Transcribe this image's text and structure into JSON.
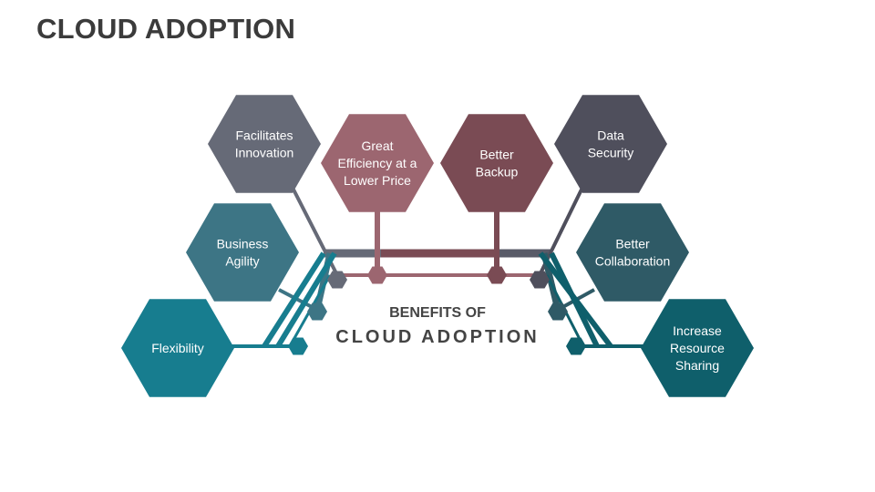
{
  "slide": {
    "title": "CLOUD ADOPTION"
  },
  "center": {
    "line1": "BENEFITS OF",
    "line2": "CLOUD ADOPTION",
    "text_color": "#444444"
  },
  "benefits": [
    {
      "id": "facilitates-innovation",
      "lines": [
        "Facilitates",
        "Innovation"
      ],
      "color": "#666a77"
    },
    {
      "id": "great-efficiency",
      "lines": [
        "Great",
        "Efficiency at a",
        "Lower Price"
      ],
      "color": "#9c6670"
    },
    {
      "id": "better-backup",
      "lines": [
        "Better",
        "Backup"
      ],
      "color": "#7a4b54"
    },
    {
      "id": "data-security",
      "lines": [
        "Data",
        "Security"
      ],
      "color": "#4f4f5c"
    },
    {
      "id": "business-agility",
      "lines": [
        "Business",
        "Agility"
      ],
      "color": "#3d7585"
    },
    {
      "id": "better-collaboration",
      "lines": [
        "Better",
        "Collaboration"
      ],
      "color": "#2f5a66"
    },
    {
      "id": "flexibility",
      "lines": [
        "Flexibility"
      ],
      "color": "#177d8f"
    },
    {
      "id": "increase-resource-sharing",
      "lines": [
        "Increase",
        "Resource",
        "Sharing"
      ],
      "color": "#0f5f6b"
    }
  ]
}
